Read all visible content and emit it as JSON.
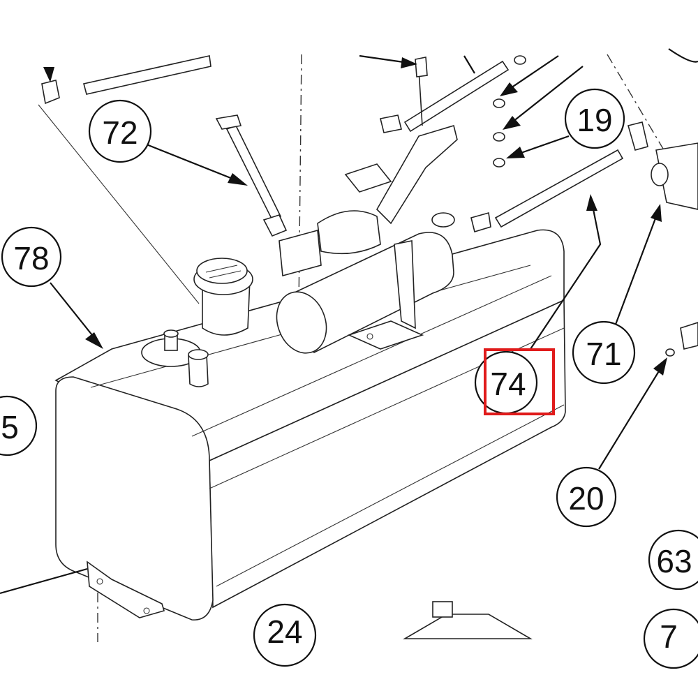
{
  "callouts": {
    "c72": "72",
    "c19": "19",
    "c78": "78",
    "c71": "71",
    "c74": "74",
    "c20": "20",
    "c24": "24",
    "c63": "63",
    "c5": "5",
    "c7": "7"
  },
  "highlight": {
    "target": "74",
    "color": "#e01b1b"
  }
}
